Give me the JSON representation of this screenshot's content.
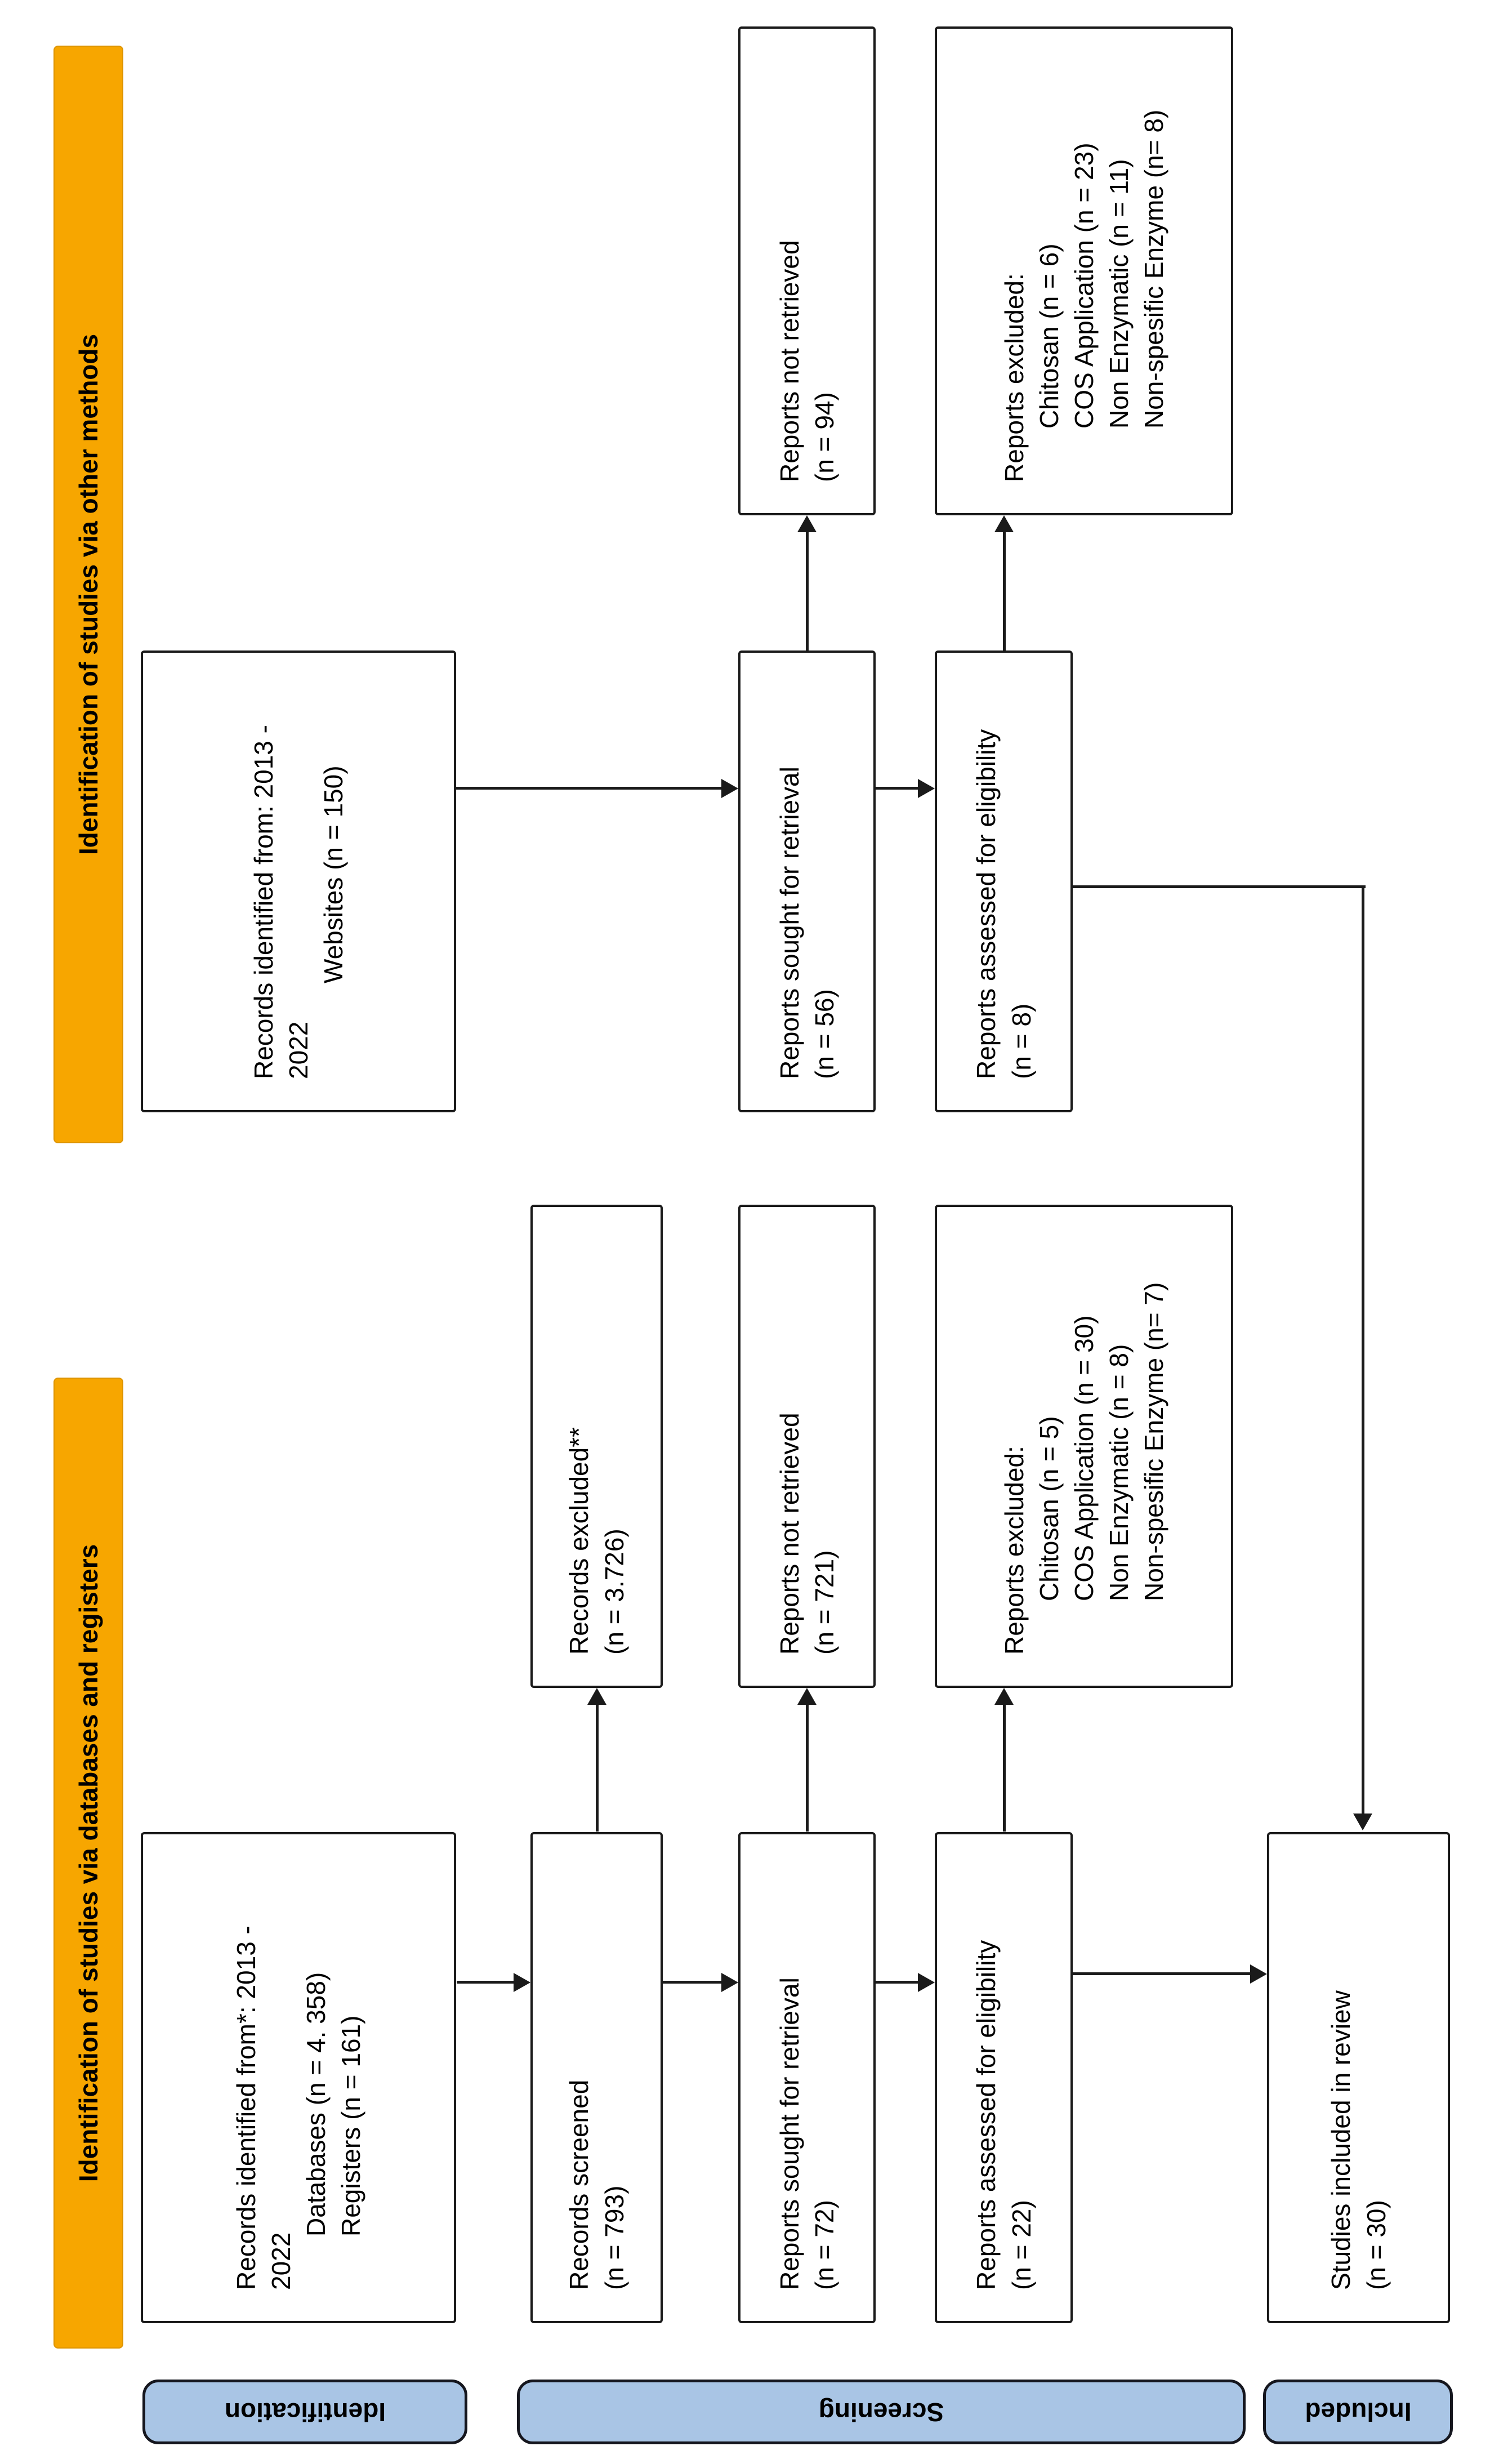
{
  "diagram": {
    "type": "PRISMA 2020 flow diagram (rotated 90° on page)",
    "banners": {
      "databases": "Identification of studies via databases and registers",
      "other": "Identification of studies via other methods"
    },
    "stages": {
      "identification": "Identification",
      "screening": "Screening",
      "included": "Included"
    },
    "boxes": {
      "db_identified": {
        "lines": [
          "Records identified from*: 2013 -",
          "2022",
          "Databases (n = 4. 358)",
          "Registers (n = 161)"
        ]
      },
      "db_screened": {
        "lines": [
          "Records screened",
          "(n = 793)"
        ]
      },
      "db_excluded": {
        "lines": [
          "Records excluded**",
          "(n = 3.726)"
        ]
      },
      "db_sought": {
        "lines": [
          "Reports sought for retrieval",
          "(n = 72)"
        ]
      },
      "db_not_retrieved": {
        "lines": [
          "Reports not retrieved",
          "(n = 721)"
        ]
      },
      "db_assessed": {
        "lines": [
          "Reports assessed for eligibility",
          "(n = 22)"
        ]
      },
      "db_reports_excluded": {
        "lines": [
          "Reports excluded:",
          "Chitosan (n = 5)",
          "COS Application (n = 30)",
          "Non Enzymatic (n = 8)",
          "Non-spesific Enzyme (n= 7)"
        ]
      },
      "other_identified": {
        "lines": [
          "Records identified from: 2013 -",
          "2022",
          "Websites (n = 150)"
        ]
      },
      "other_sought": {
        "lines": [
          "Reports sought for retrieval",
          "(n = 56)"
        ]
      },
      "other_not_retrieved": {
        "lines": [
          "Reports not retrieved",
          "(n = 94)"
        ]
      },
      "other_assessed": {
        "lines": [
          "Reports assessed for eligibility",
          "(n = 8)"
        ]
      },
      "other_reports_excluded": {
        "lines": [
          "Reports excluded:",
          "Chitosan (n = 6)",
          "COS Application (n = 23)",
          "Non Enzymatic (n = 11)",
          "Non-spesific Enzyme (n= 8)"
        ]
      },
      "included": {
        "lines": [
          "Studies included in review",
          "(n = 30)"
        ]
      }
    },
    "colors": {
      "banner_fill": "#F7A600",
      "stage_fill": "#A9C5E5",
      "stage_border": "#15161E",
      "box_border": "#1A1A1A",
      "connector": "#1A1A1A",
      "text": "#000000",
      "background": "#FFFFFF"
    }
  }
}
